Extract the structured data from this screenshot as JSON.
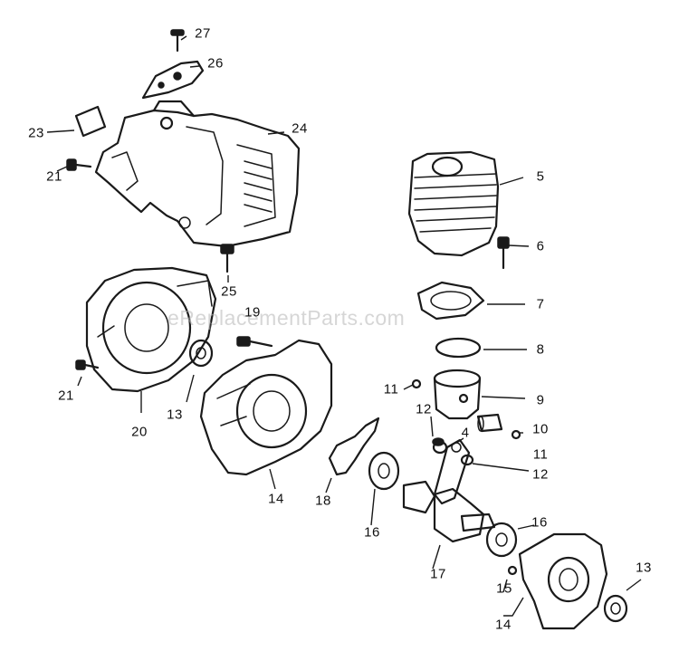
{
  "watermark": "eReplacementParts.com",
  "callouts": [
    "27",
    "26",
    "23",
    "24",
    "21",
    "5",
    "6",
    "25",
    "7",
    "19",
    "8",
    "21",
    "20",
    "13",
    "11",
    "9",
    "12",
    "4",
    "10",
    "11",
    "12",
    "14",
    "18",
    "16",
    "16",
    "17",
    "13",
    "15",
    "14"
  ]
}
